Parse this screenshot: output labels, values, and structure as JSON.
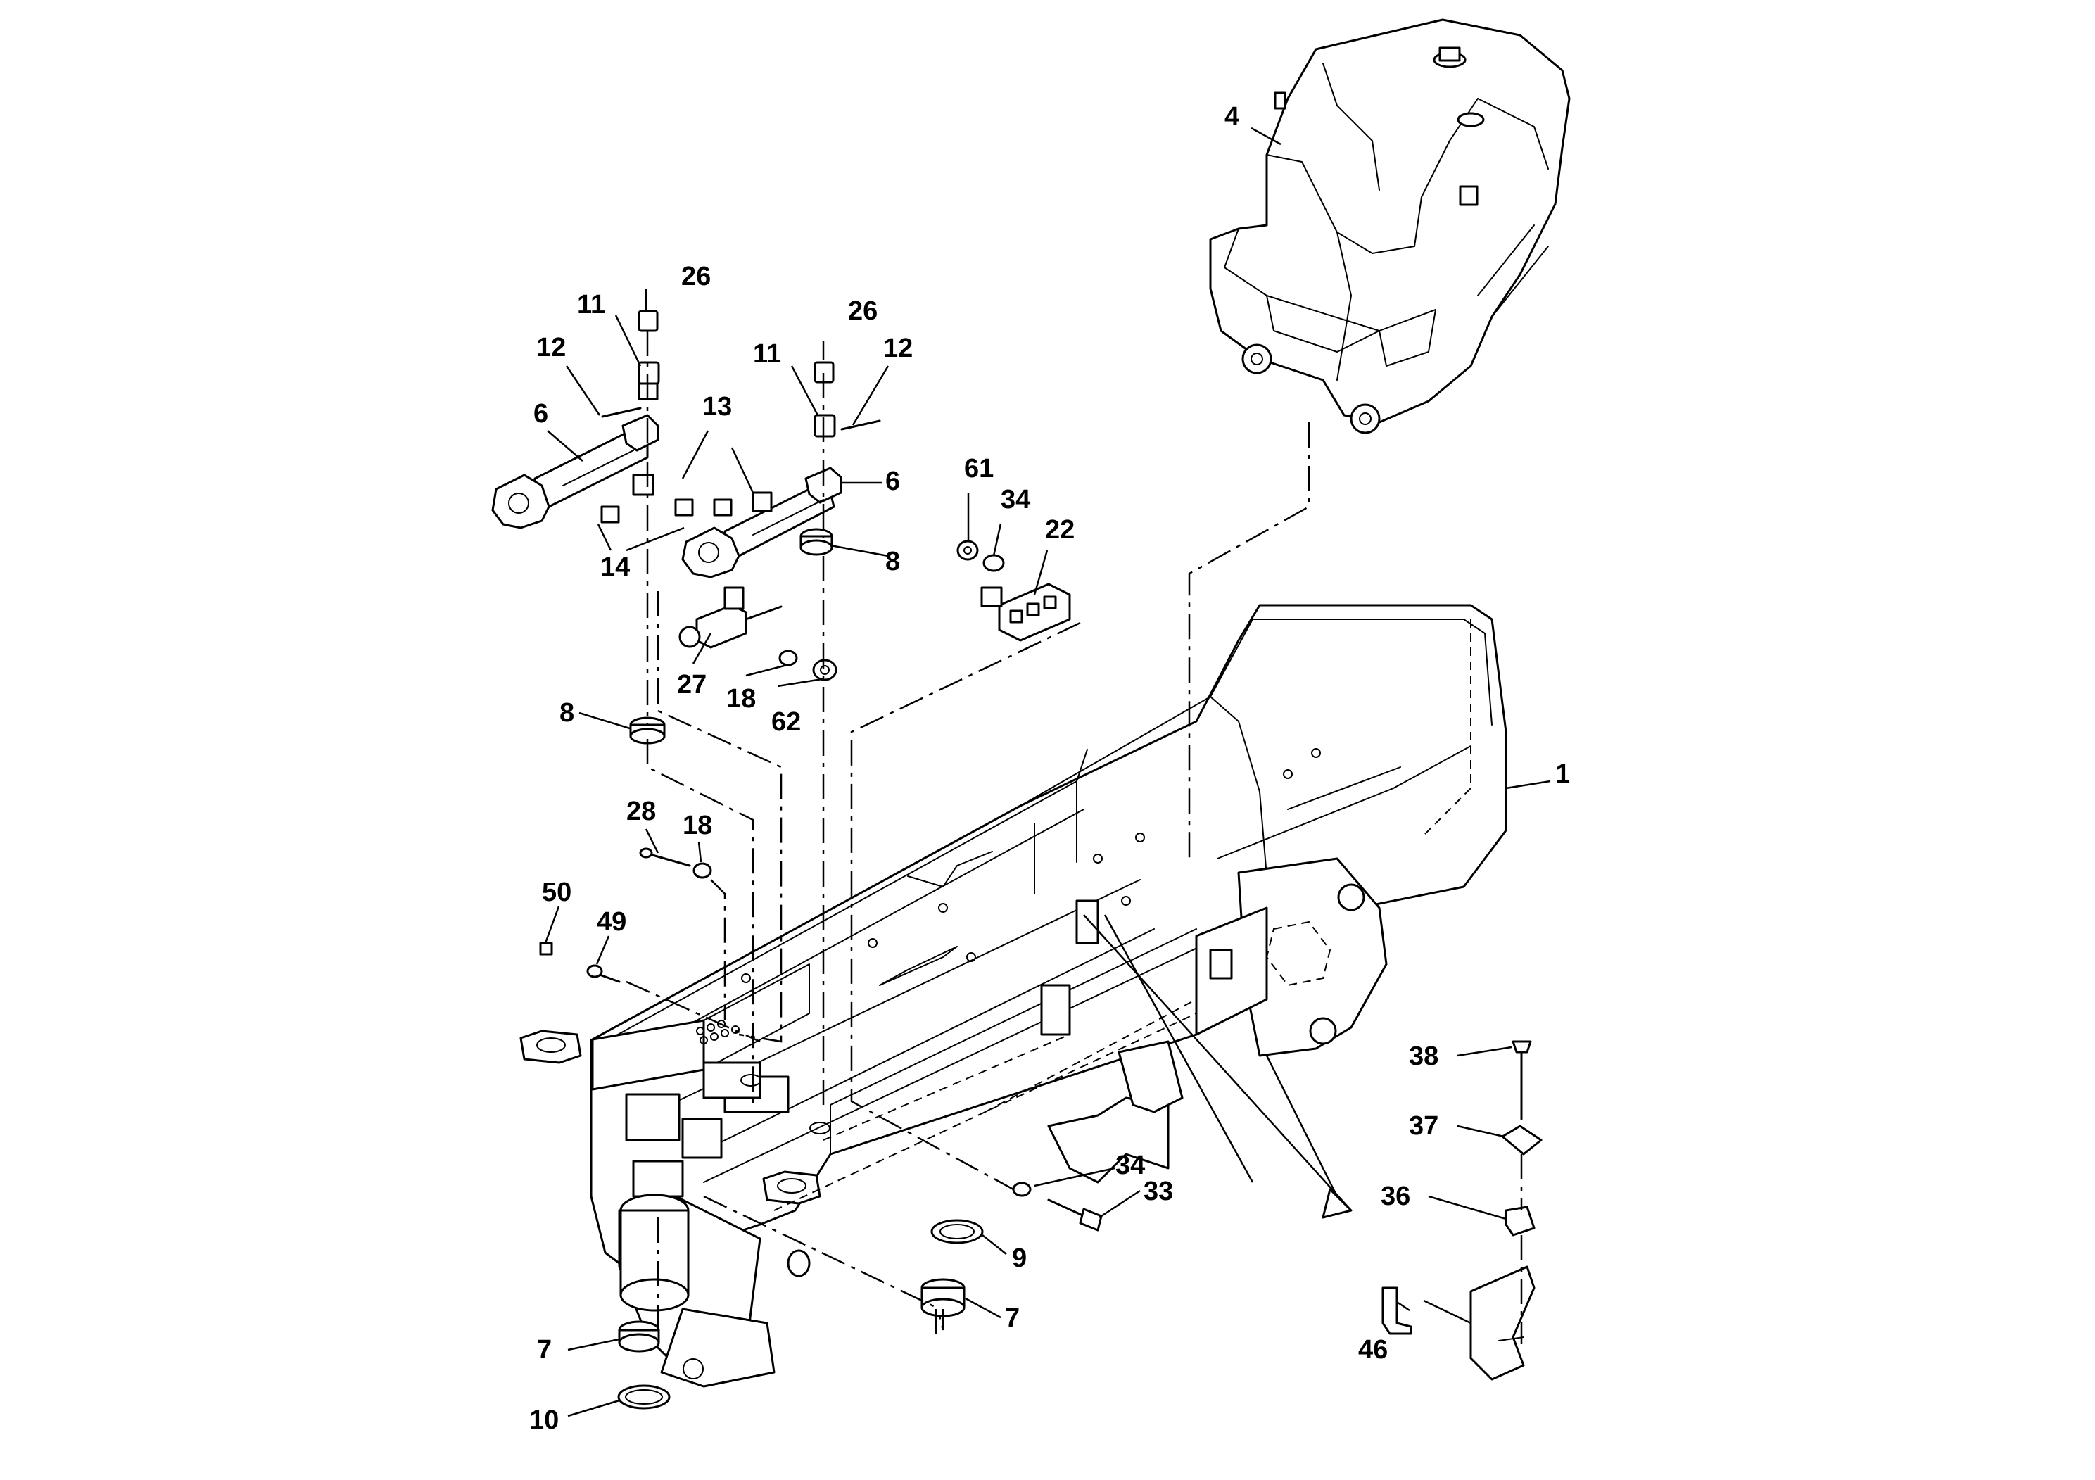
{
  "callouts": [
    {
      "id": "c4",
      "label": "4"
    },
    {
      "id": "c26a",
      "label": "26"
    },
    {
      "id": "c11a",
      "label": "11"
    },
    {
      "id": "c12a",
      "label": "12"
    },
    {
      "id": "c26b",
      "label": "26"
    },
    {
      "id": "c11b",
      "label": "11"
    },
    {
      "id": "c12b",
      "label": "12"
    },
    {
      "id": "c6a",
      "label": "6"
    },
    {
      "id": "c13",
      "label": "13"
    },
    {
      "id": "c6b",
      "label": "6"
    },
    {
      "id": "c61",
      "label": "61"
    },
    {
      "id": "c34a",
      "label": "34"
    },
    {
      "id": "c22",
      "label": "22"
    },
    {
      "id": "c14",
      "label": "14"
    },
    {
      "id": "c8a",
      "label": "8"
    },
    {
      "id": "c27",
      "label": "27"
    },
    {
      "id": "c18a",
      "label": "18"
    },
    {
      "id": "c62",
      "label": "62"
    },
    {
      "id": "c8b",
      "label": "8"
    },
    {
      "id": "c1",
      "label": "1"
    },
    {
      "id": "c28",
      "label": "28"
    },
    {
      "id": "c18b",
      "label": "18"
    },
    {
      "id": "c50",
      "label": "50"
    },
    {
      "id": "c49",
      "label": "49"
    },
    {
      "id": "c38",
      "label": "38"
    },
    {
      "id": "c37",
      "label": "37"
    },
    {
      "id": "c34b",
      "label": "34"
    },
    {
      "id": "c33",
      "label": "33"
    },
    {
      "id": "c36",
      "label": "36"
    },
    {
      "id": "c9",
      "label": "9"
    },
    {
      "id": "c7a",
      "label": "7"
    },
    {
      "id": "c7b",
      "label": "7"
    },
    {
      "id": "c46",
      "label": "46"
    },
    {
      "id": "c10",
      "label": "10"
    }
  ]
}
